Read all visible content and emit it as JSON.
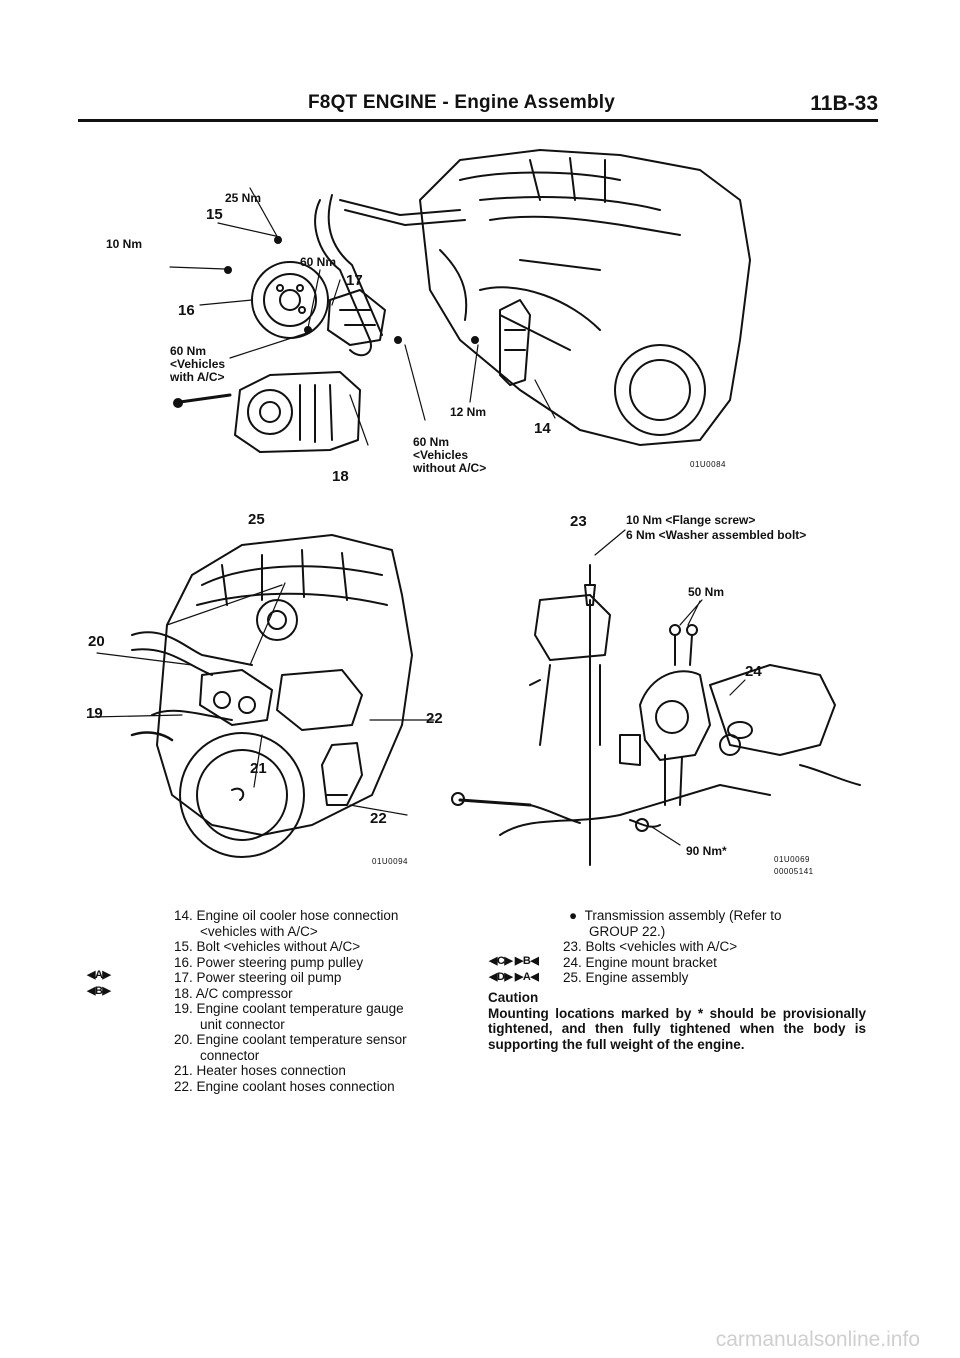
{
  "header": {
    "title": "F8QT ENGINE - Engine Assembly",
    "page": "11B-33"
  },
  "figure1": {
    "labels": {
      "t25": "25 Nm",
      "n15": "15",
      "t10": "10 Nm",
      "t60a": "60 Nm",
      "n17": "17",
      "n16": "16",
      "t60b": "60 Nm",
      "vwith1": "<Vehicles",
      "vwith2": "with A/C>",
      "t12": "12 Nm",
      "n14": "14",
      "t60c": "60 Nm",
      "vwo1": "<Vehicles",
      "vwo2": "without A/C>",
      "n18": "18",
      "code": "01U0084"
    }
  },
  "figure2": {
    "labels": {
      "n25": "25",
      "n20": "20",
      "n19": "19",
      "n22a": "22",
      "n21": "21",
      "n22b": "22",
      "code": "01U0094"
    }
  },
  "figure3": {
    "labels": {
      "n23": "23",
      "t10f": "10 Nm <Flange screw>",
      "t6w": "6 Nm <Washer assembled bolt>",
      "t50": "50 Nm",
      "n24": "24",
      "t90": "90 Nm*",
      "code1": "01U0069",
      "code2": "00005141"
    }
  },
  "left_list": {
    "items": [
      {
        "num": "14.",
        "text": "Engine oil cooler hose connection",
        "sub": "<vehicles with A/C>"
      },
      {
        "num": "15.",
        "text": "Bolt <vehicles without A/C>"
      },
      {
        "num": "16.",
        "text": "Power steering pump pulley"
      },
      {
        "num": "17.",
        "text": "Power steering oil pump"
      },
      {
        "num": "18.",
        "text": "A/C compressor"
      },
      {
        "num": "19.",
        "text": "Engine coolant temperature gauge",
        "sub": "unit connector"
      },
      {
        "num": "20.",
        "text": "Engine coolant temperature sensor",
        "sub": "connector"
      },
      {
        "num": "21.",
        "text": "Heater hoses connection"
      },
      {
        "num": "22.",
        "text": "Engine coolant hoses connection"
      }
    ],
    "markers": [
      "◀A▶",
      "◀B▶"
    ]
  },
  "right_list": {
    "bullet_text": "Transmission assembly (Refer to",
    "bullet_sub": "GROUP 22.)",
    "items": [
      {
        "num": "23.",
        "text": "Bolts <vehicles with A/C>"
      },
      {
        "num": "24.",
        "text": "Engine mount bracket"
      },
      {
        "num": "25.",
        "text": "Engine assembly"
      }
    ],
    "markers": [
      "◀C▶ ▶B◀",
      "◀D▶ ▶A◀"
    ],
    "caution_title": "Caution",
    "caution_body": "Mounting locations marked by * should be provisionally tightened, and then fully tightened when the body is supporting the full weight of the engine."
  },
  "watermark": "carmanualsonline.info"
}
